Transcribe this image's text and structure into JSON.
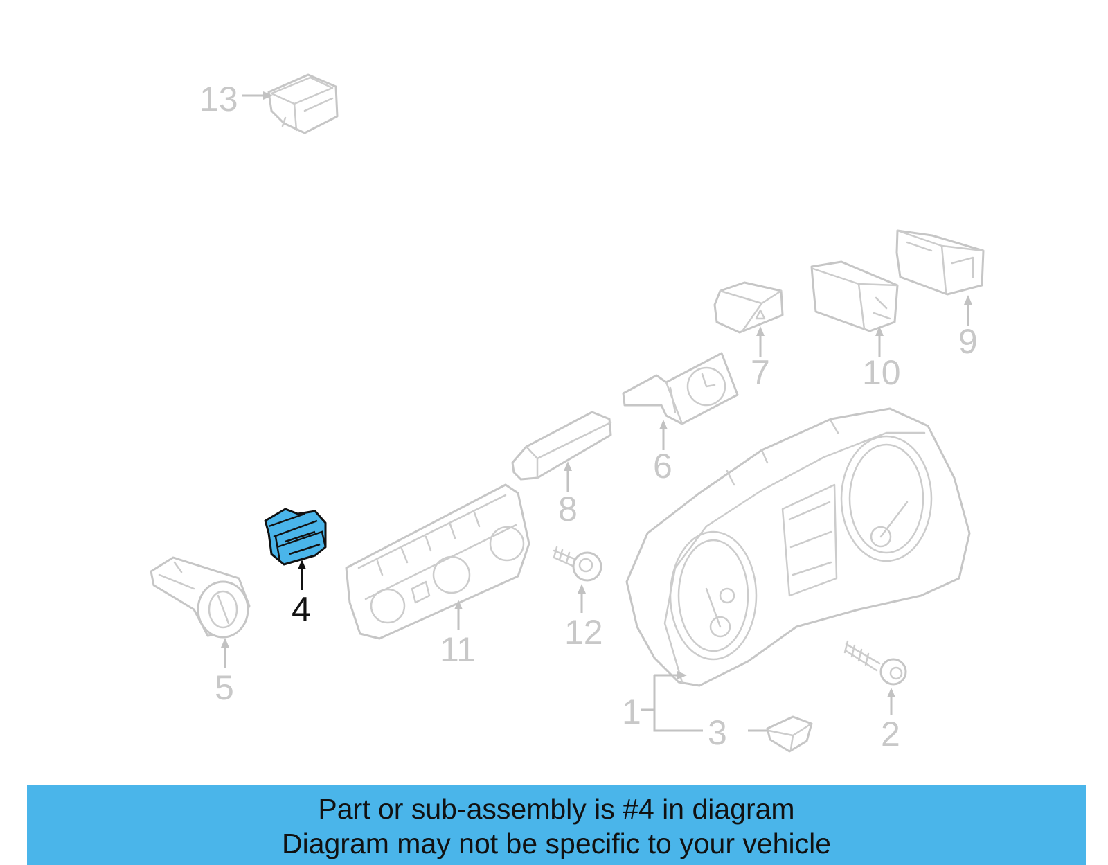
{
  "diagram": {
    "highlight_color": "#4ab5ea",
    "highlighted_part": "4",
    "callouts": {
      "c1": "1",
      "c2": "2",
      "c3": "3",
      "c4": "4",
      "c5": "5",
      "c6": "6",
      "c7": "7",
      "c8": "8",
      "c9": "9",
      "c10": "10",
      "c11": "11",
      "c12": "12",
      "c13": "13"
    }
  },
  "banner": {
    "line1": "Part or sub-assembly is #4 in diagram",
    "line2": "Diagram may not be specific to your vehicle",
    "background": "#4ab5ea"
  }
}
